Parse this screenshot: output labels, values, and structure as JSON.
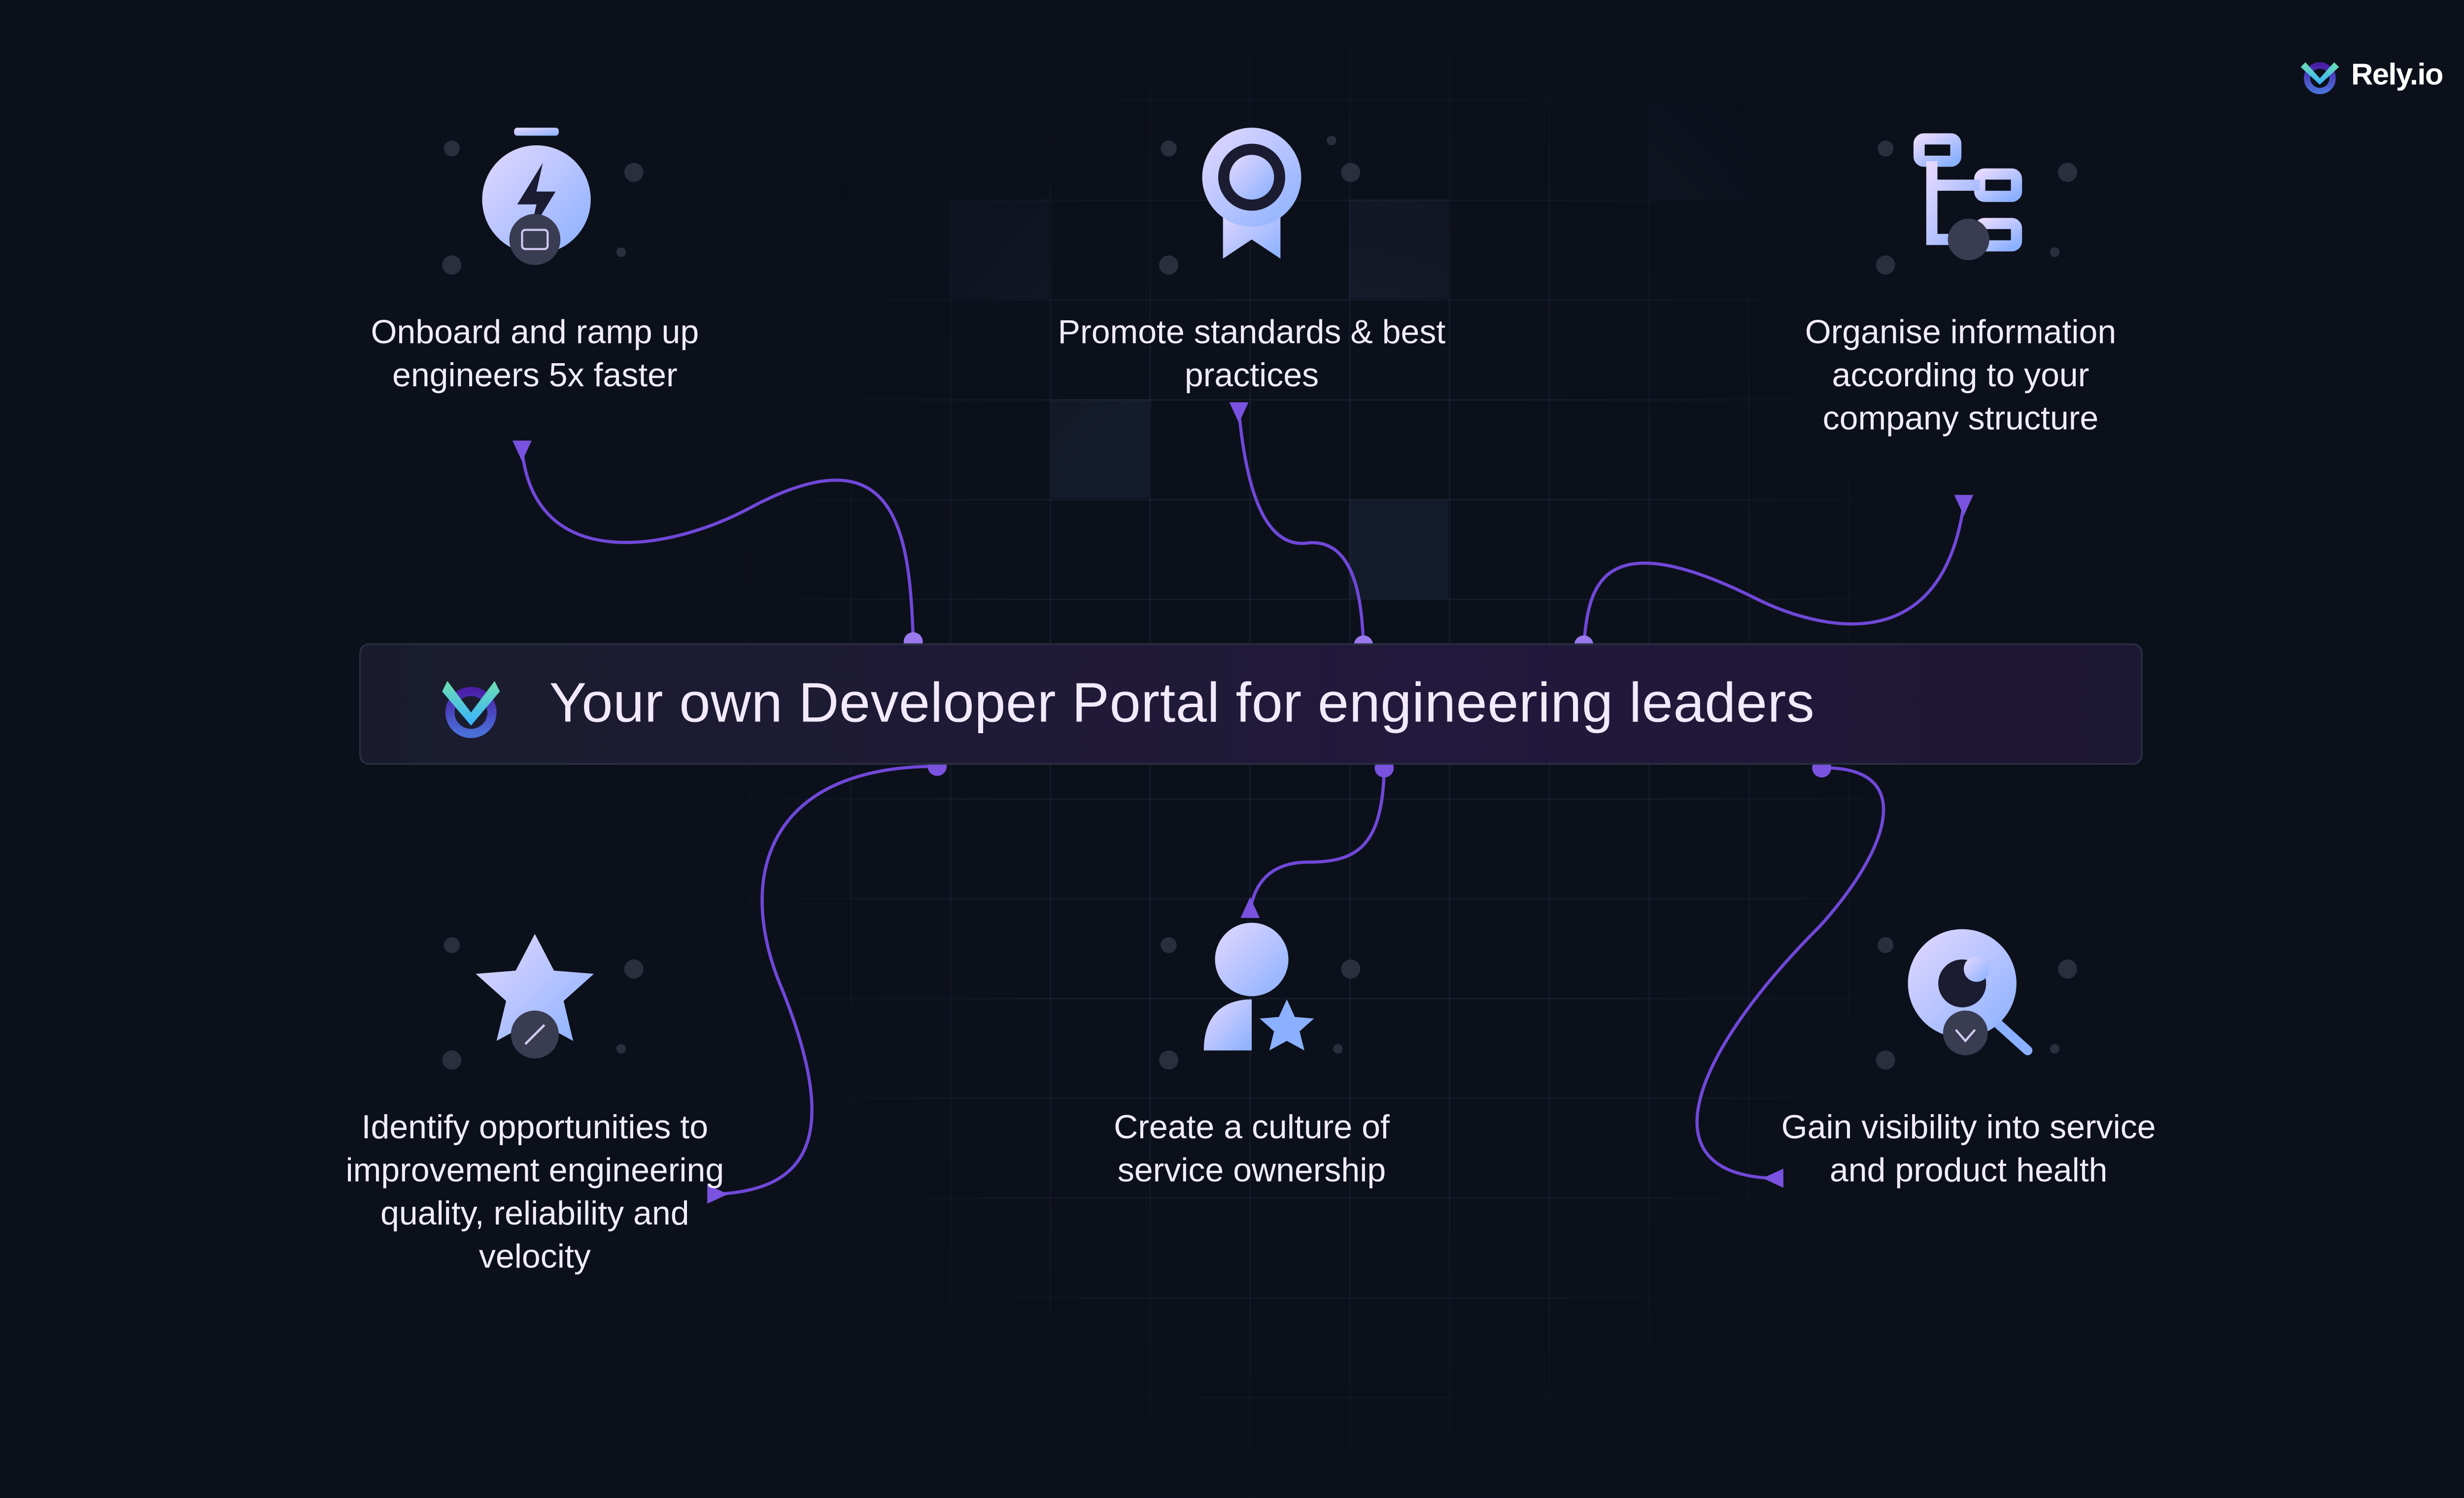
{
  "brand": {
    "name": "Rely.io"
  },
  "banner": {
    "title": "Your own Developer Portal for engineering leaders"
  },
  "features": [
    {
      "icon": "stopwatch-lightning-icon",
      "label": "Onboard and ramp up engineers 5x faster"
    },
    {
      "icon": "award-ribbon-icon",
      "label": "Promote standards & best practices"
    },
    {
      "icon": "org-structure-icon",
      "label": "Organise information according to your company structure"
    },
    {
      "icon": "star-rocket-icon",
      "label": "Identify opportunities to improvement engineering quality, reliability and velocity"
    },
    {
      "icon": "person-star-icon",
      "label": "Create a culture of service ownership"
    },
    {
      "icon": "magnifier-health-icon",
      "label": "Gain visibility into service and product health"
    }
  ],
  "colors": {
    "background": "#0c101b",
    "connector": "#7048d8",
    "dot": "#9a78ee",
    "text": "#f1ecfb"
  }
}
